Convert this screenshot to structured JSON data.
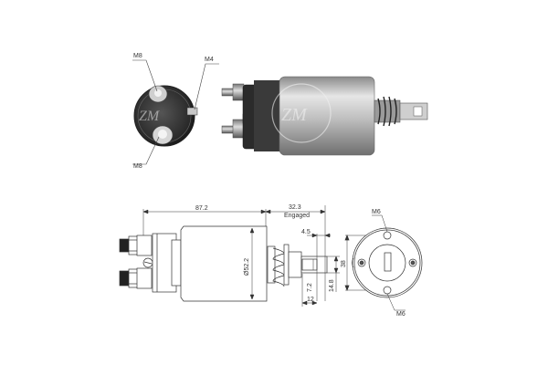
{
  "photo": {
    "end_view_labels": {
      "top_terminal": "M8",
      "side_terminal": "M4",
      "bottom_terminal": "M8"
    },
    "watermark": "ZM"
  },
  "drawing": {
    "dimensions": {
      "overall_length": "87.2",
      "plunger_travel": "32.3",
      "plunger_travel_note": "Engaged",
      "hook_offset": "4.5",
      "body_diameter": "Ø52.2",
      "slot_width": "7.2",
      "tab_height": "14.8",
      "tab_length": "12",
      "mount_spacing": "38"
    },
    "flange_labels": {
      "top_hole": "M6",
      "bottom_hole": "M6"
    }
  },
  "colors": {
    "line": "#333333",
    "metal_light": "#d8d8d8",
    "metal_dark": "#555555",
    "background": "#ffffff"
  }
}
